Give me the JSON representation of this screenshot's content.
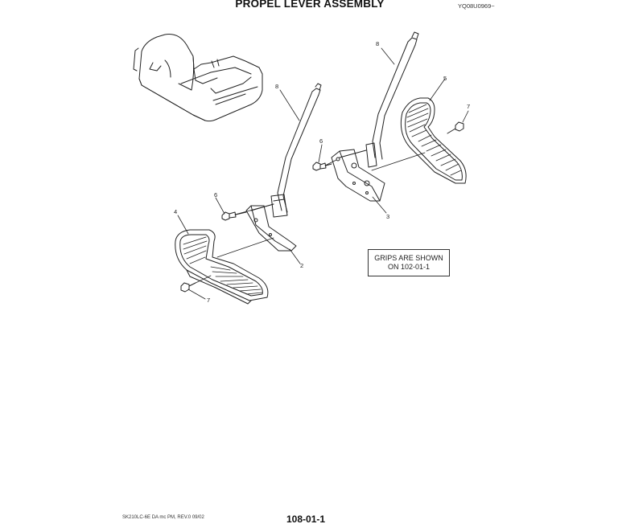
{
  "header": {
    "title": "PROPEL LEVER ASSEMBLY",
    "reference_code": "YQ08U0969~"
  },
  "note": {
    "line1": "GRIPS ARE SHOWN",
    "line2": "ON 102-01-1"
  },
  "callouts": [
    {
      "id": "c8a",
      "label": "8"
    },
    {
      "id": "c8b",
      "label": "8"
    },
    {
      "id": "c5",
      "label": "5"
    },
    {
      "id": "c7a",
      "label": "7"
    },
    {
      "id": "c6a",
      "label": "6"
    },
    {
      "id": "c6b",
      "label": "6"
    },
    {
      "id": "c3",
      "label": "3"
    },
    {
      "id": "c4",
      "label": "4"
    },
    {
      "id": "c2",
      "label": "2"
    },
    {
      "id": "c7b",
      "label": "7"
    }
  ],
  "footer": {
    "doc_info": "SK210LC-6E DA mc PM,  REV.0 09/02",
    "page_number": "108-01-1"
  }
}
